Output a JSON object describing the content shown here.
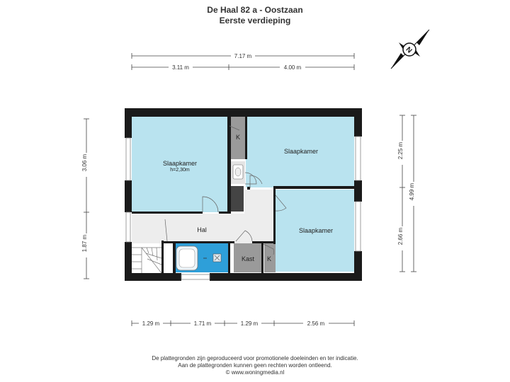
{
  "header": {
    "title": "De Haal 82 a - Oostzaan",
    "floor": "Eerste verdieping"
  },
  "compass": {
    "letter": "N"
  },
  "dimensions": {
    "top_total": "7.17 m",
    "top_left": "3.11 m",
    "top_right": "4.00 m",
    "left_upper": "3.06 m",
    "left_lower": "1.87 m",
    "right_upper": "2.25 m",
    "right_total": "4.99 m",
    "right_lower": "2.66 m",
    "bottom_1": "1.29 m",
    "bottom_2": "1.71 m",
    "bottom_3": "1.29 m",
    "bottom_4": "2.56 m"
  },
  "rooms": {
    "slaapkamer_left": "Slaapkamer",
    "slaapkamer_left_height": "h=2,30m",
    "slaapkamer_top_right": "Slaapkamer",
    "slaapkamer_bottom_right": "Slaapkamer",
    "hal": "Hal",
    "kast": "Kast",
    "k_top": "K",
    "k_bottom": "K"
  },
  "colors": {
    "bedroom": "#b9e3ef",
    "bathroom": "#2e9fd9",
    "hall": "#ededed",
    "storage": "#9a9a9a",
    "wall": "#1a1a1a"
  },
  "footer": {
    "line1": "De plattegronden zijn geproduceerd voor promotionele doeleinden en ter indicatie.",
    "line2": "Aan de plattegronden kunnen geen rechten worden ontleend.",
    "line3": "© www.woningmedia.nl"
  }
}
